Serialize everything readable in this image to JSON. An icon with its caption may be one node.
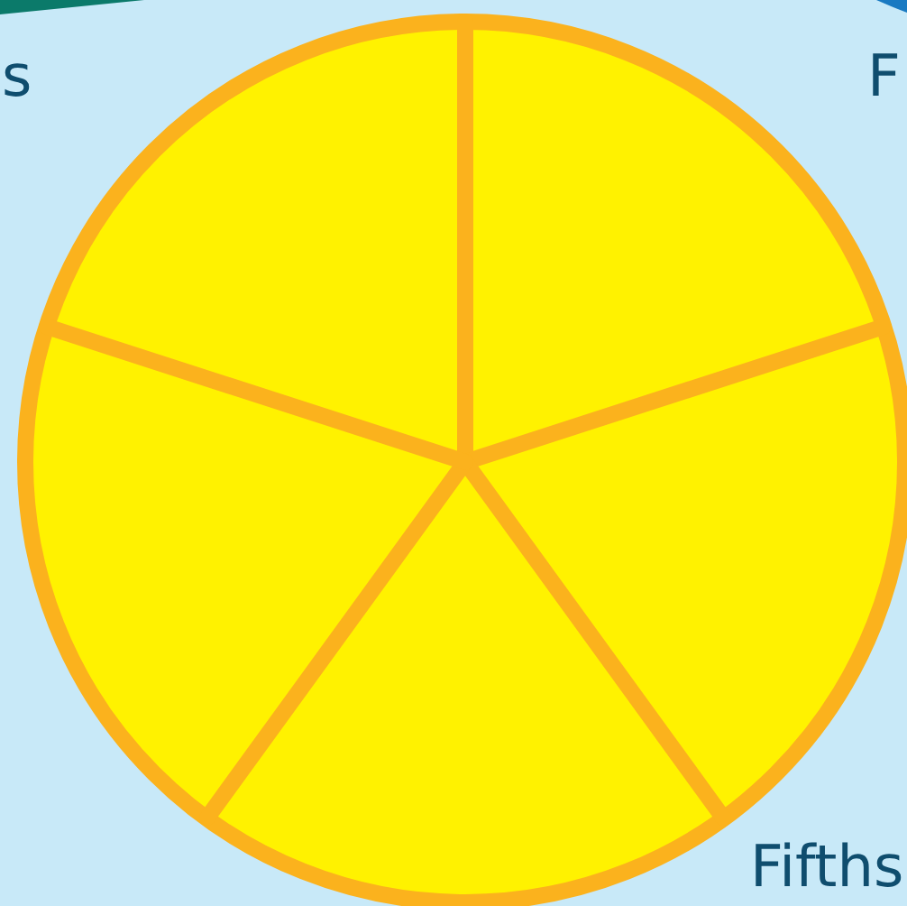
{
  "diagram": {
    "labels": [
      "s",
      "F",
      "Fifths"
    ]
  }
}
